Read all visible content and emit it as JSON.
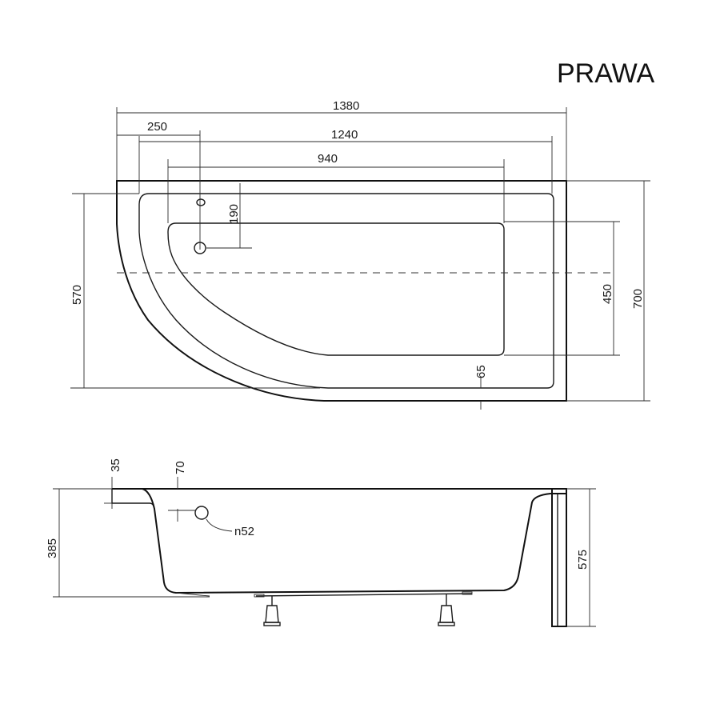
{
  "title": "PRAWA",
  "top_view": {
    "dims": {
      "overall_length": "1380",
      "offset_left": "250",
      "inner_length": "1240",
      "basin_length": "940",
      "drain_offset": "190",
      "inner_width": "570",
      "basin_width": "450",
      "overall_width": "700",
      "rim": "65"
    }
  },
  "side_view": {
    "dims": {
      "rim_thickness": "35",
      "overflow_offset": "70",
      "inner_depth": "385",
      "total_height": "575",
      "overflow_diameter": "n52"
    }
  }
}
